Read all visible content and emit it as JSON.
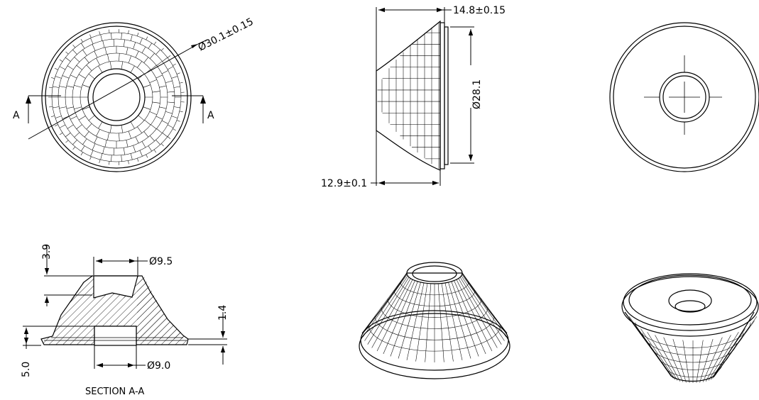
{
  "dimensions": {
    "outer_diameter": "Ø30.1±0.15",
    "height_top": "14.8±0.15",
    "height_bottom": "12.9±0.1",
    "flange_diameter": "Ø28.1",
    "depth": "3.9",
    "top_bore": "Ø9.5",
    "flange_thickness": "1.4",
    "base_height": "5.0",
    "bottom_bore": "Ø9.0"
  },
  "section": {
    "marker_left": "A",
    "marker_right": "A",
    "title": "SECTION A-A"
  }
}
